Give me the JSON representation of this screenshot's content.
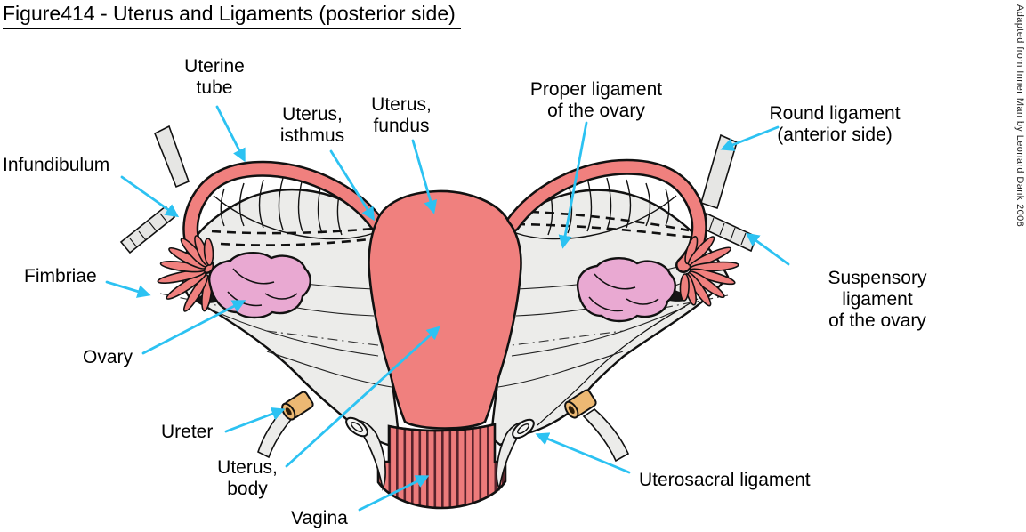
{
  "figure": {
    "title": "Figure414 - Uterus and Ligaments (posterior side)",
    "attribution": "Adapted from Inner Man by Leonard Dank 2008"
  },
  "labels": {
    "uterine_tube": "Uterine\ntube",
    "uterus_isthmus": "Uterus,\nisthmus",
    "uterus_fundus": "Uterus,\nfundus",
    "proper_ligament_of_the_ovary": "Proper ligament\nof the ovary",
    "round_ligament": "Round ligament\n(anterior side)",
    "infundibulum": "Infundibulum",
    "fimbriae": "Fimbriae",
    "suspensory_ligament_of_the_ovary": "Suspensory ligament\nof the ovary",
    "ovary": "Ovary",
    "ureter": "Ureter",
    "uterus_body": "Uterus,\nbody",
    "vagina": "Vagina",
    "uterosacral_ligament": "Uterosacral ligament"
  },
  "colors": {
    "arrow_cyan": "#2CC2F2",
    "tissue_coral": "#F0807E",
    "ovary_pink": "#E9A9D2",
    "ligament_gray": "#ECECEA",
    "ureter_tan": "#ECB873",
    "vagina_stripe": "#57232B",
    "outline_black": "#111111",
    "background": "#FFFFFF"
  }
}
